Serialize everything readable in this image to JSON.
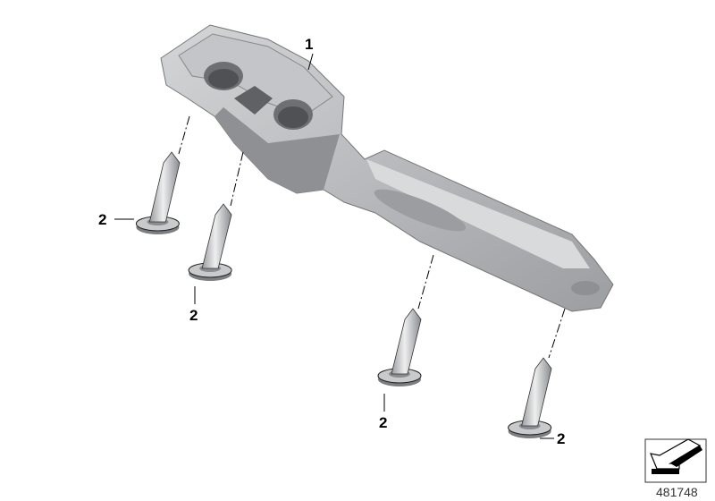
{
  "diagram": {
    "callouts": [
      {
        "part": "1",
        "label": "1"
      },
      {
        "part": "2",
        "label": "2"
      },
      {
        "part": "2",
        "label": "2"
      },
      {
        "part": "2",
        "label": "2"
      },
      {
        "part": "2",
        "label": "2"
      }
    ],
    "part_names": {
      "1": "bracket",
      "2": "bolt-with-washer"
    },
    "diagram_number": "481748",
    "colors": {
      "part_fill": "#b4b6b9",
      "part_shadow": "#8e9094",
      "part_highlight": "#d9dadc",
      "line": "#000000"
    },
    "icons": {
      "corner": "arrow-pointer-icon"
    }
  }
}
